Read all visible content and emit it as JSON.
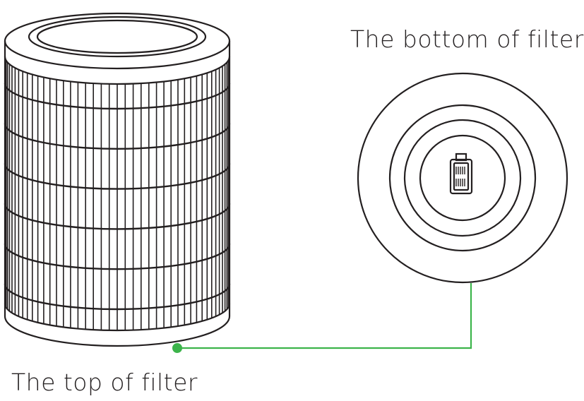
{
  "labels": {
    "bottom": "The bottom of filter",
    "top": "The top of filter"
  },
  "colors": {
    "line": "#231f20",
    "connector": "#3cb44b"
  },
  "filter": {
    "bands": 6
  }
}
